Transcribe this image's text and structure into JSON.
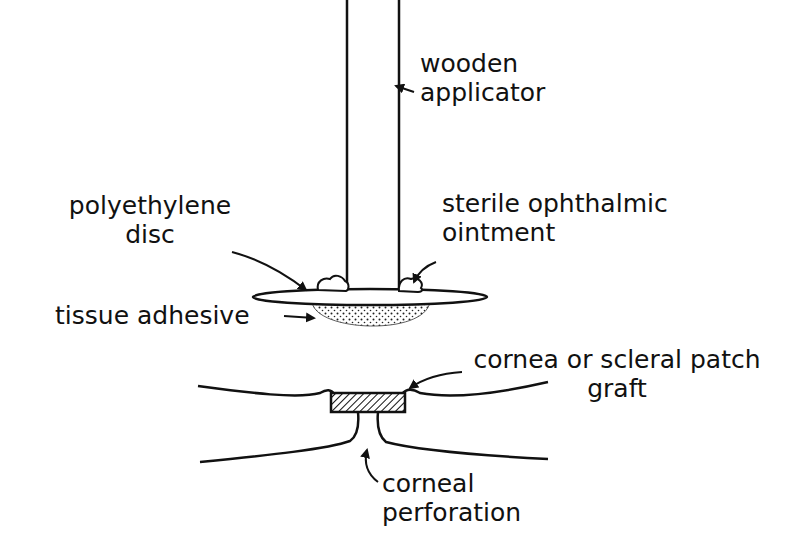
{
  "diagram": {
    "labels": [
      "wooden applicator",
      "polyethylene disc",
      "sterile ophthalmic ointment",
      "tissue adhesive",
      "cornea or scleral patch graft",
      "corneal perforation"
    ]
  }
}
